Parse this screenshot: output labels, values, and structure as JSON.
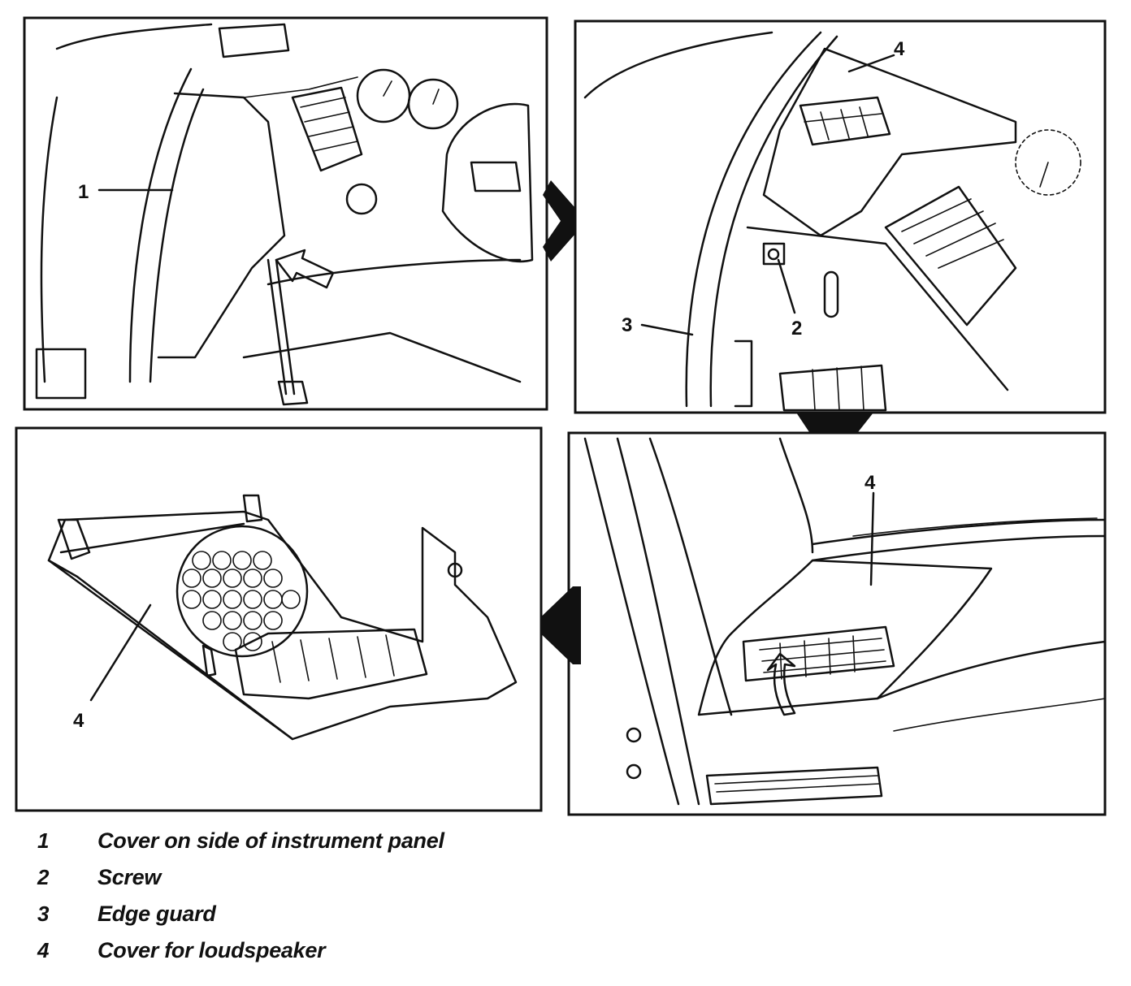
{
  "panels": [
    {
      "id": "panel-1",
      "callouts": [
        "1"
      ]
    },
    {
      "id": "panel-2",
      "callouts": [
        "4",
        "2",
        "3"
      ]
    },
    {
      "id": "panel-3",
      "callouts": [
        "4"
      ]
    },
    {
      "id": "panel-4",
      "callouts": [
        "4"
      ]
    }
  ],
  "legend": [
    {
      "num": "1",
      "text": "Cover on side of instrument panel"
    },
    {
      "num": "2",
      "text": "Screw"
    },
    {
      "num": "3",
      "text": "Edge guard"
    },
    {
      "num": "4",
      "text": "Cover for loudspeaker"
    }
  ],
  "colors": {
    "ink": "#111111",
    "paper": "#ffffff"
  }
}
